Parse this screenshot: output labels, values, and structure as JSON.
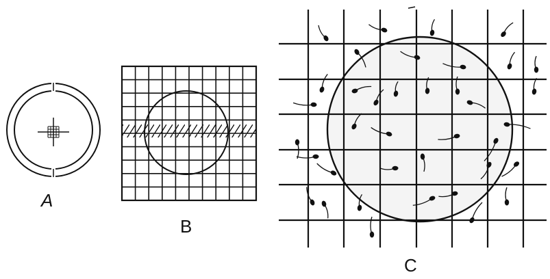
{
  "labels": {
    "a": "A",
    "b": "B",
    "c": "C"
  },
  "colors": {
    "ink": "#111111",
    "background": "#ffffff",
    "stipple": "#f2f2f2"
  }
}
